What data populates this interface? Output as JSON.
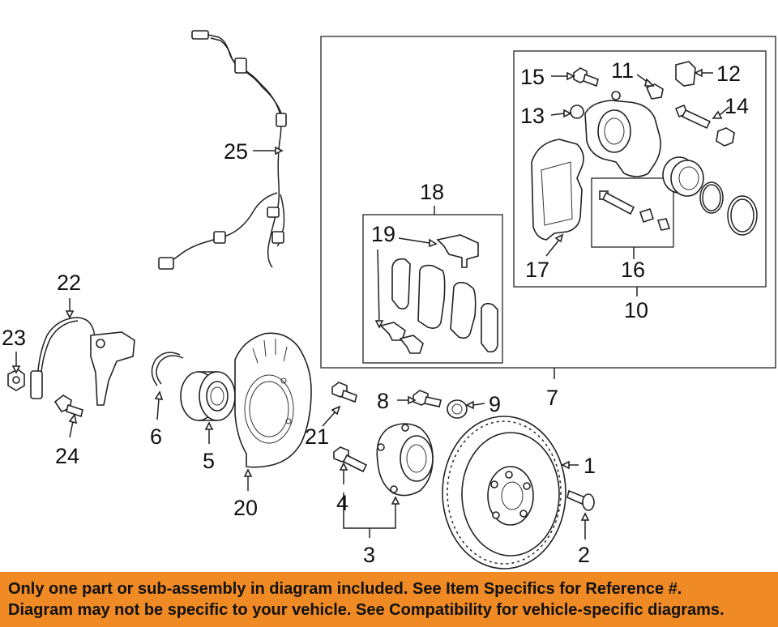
{
  "callouts": {
    "c1": "1",
    "c2": "2",
    "c3": "3",
    "c4": "4",
    "c5": "5",
    "c6": "6",
    "c7": "7",
    "c8": "8",
    "c9": "9",
    "c10": "10",
    "c11": "11",
    "c12": "12",
    "c13": "13",
    "c14": "14",
    "c15": "15",
    "c16": "16",
    "c17": "17",
    "c18": "18",
    "c19": "19",
    "c20": "20",
    "c21": "21",
    "c22": "22",
    "c23": "23",
    "c24": "24",
    "c25": "25"
  },
  "banner": {
    "line1": "Only one part or sub-assembly in diagram included. See Item Specifics for Reference #.",
    "line2": "Diagram may not be specific to your vehicle. See Compatibility for vehicle-specific diagrams.",
    "color": "#f08a24"
  }
}
